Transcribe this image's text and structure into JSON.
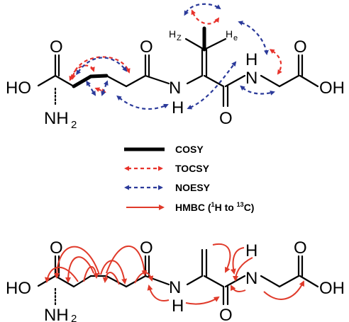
{
  "top_molecule": {
    "atoms": {
      "ho": "HO",
      "o_acid_left": "O",
      "n_amine": "NH",
      "n_amine_sub": "2",
      "o_amide_left": "O",
      "n_amide_left": "N",
      "h_amide_left": "H",
      "hz": "H",
      "hz_sub": "Z",
      "he": "H",
      "he_sub": "e",
      "h_amide_right": "H",
      "n_amide_right": "N",
      "o_amide_right": "O",
      "o_acid_right": "O",
      "oh": "OH"
    }
  },
  "legend": {
    "items": [
      {
        "label": "COSY"
      },
      {
        "label": "TOCSY"
      },
      {
        "label": "NOESY"
      },
      {
        "label_pre": "HMBC (",
        "sup1": "1",
        "label_mid": "H to ",
        "sup2": "13",
        "label_post": "C)"
      }
    ],
    "colors": {
      "cosy": "#000000",
      "tocsy": "#e8322b",
      "noesy": "#2b3a9a",
      "hmbc": "#e03a2a"
    }
  },
  "bottom_molecule": {
    "atoms": {
      "ho": "HO",
      "o_acid_left": "O",
      "n_amine": "NH",
      "n_amine_sub": "2",
      "o_amide_left": "O",
      "n_amide_left": "N",
      "h_amide_left": "H",
      "h_amide_right": "H",
      "n_amide_right": "N",
      "o_amide_right": "O",
      "o_acid_right": "O",
      "oh": "OH"
    }
  }
}
